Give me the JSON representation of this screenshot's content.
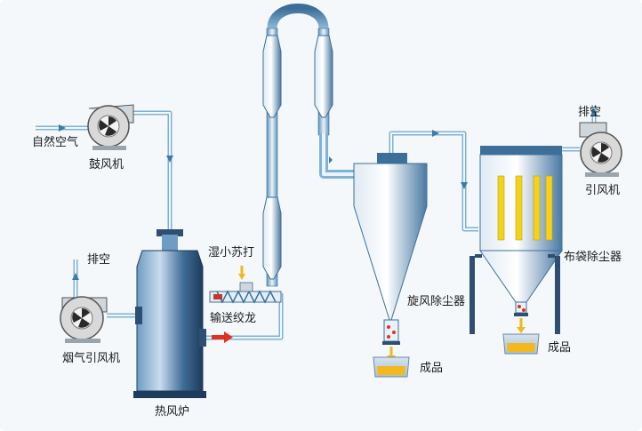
{
  "labels": {
    "natural_air": "自然空气",
    "blower": "鼓风机",
    "exhaust_left": "排空",
    "flue_fan": "烟气引风机",
    "furnace": "热风炉",
    "wet_soda": "湿小苏打",
    "screw_conveyor": "输送绞龙",
    "cyclone": "旋风除尘器",
    "product_left": "成品",
    "baghouse": "布袋除尘器",
    "product_right": "成品",
    "exhaust_right": "排空",
    "induced_fan": "引风机"
  },
  "colors": {
    "pipe": "#7fb2d4",
    "pipe_dark": "#2f6f9f",
    "vessel_light": "#e8f1f8",
    "vessel_dark": "#3d6f99",
    "furnace_dark": "#2e4f73",
    "product": "#f2b81c",
    "flame": "#e0301e",
    "fan_fill": "#d9d9d9"
  }
}
